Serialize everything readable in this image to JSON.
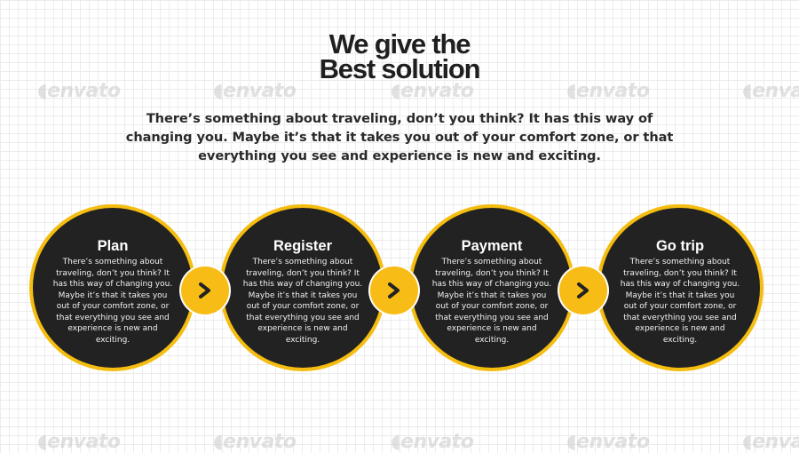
{
  "watermark_text": "envato",
  "headline": {
    "line1": "We give the",
    "line2": "Best solution"
  },
  "intro_text": "There’s something about traveling, don’t you think? It has this way of changing you. Maybe it’s that it takes you out of your comfort zone, or that everything you see and experience is new and exciting.",
  "steps": [
    {
      "title": "Plan",
      "text": "There’s something about traveling, don’t you think? It has this way of changing you. Maybe it’s that it takes you out of your comfort zone, or that everything you see and experience is new and exciting."
    },
    {
      "title": "Register",
      "text": "There’s something about traveling, don’t you think? It has this way of changing you. Maybe it’s that it takes you out of your comfort zone, or that everything you see and experience is new and exciting."
    },
    {
      "title": "Payment",
      "text": "There’s something about traveling, don’t you think? It has this way of changing you. Maybe it’s that it takes you out of your comfort zone, or that everything you see and experience is new and exciting."
    },
    {
      "title": "Go trip",
      "text": "There’s something about traveling, don’t you think? It has this way of changing you. Maybe it’s that it takes you out of your comfort zone, or that everything you see and experience is new and exciting."
    }
  ],
  "connector_icon": "chevron-right-icon",
  "colors": {
    "accent": "#f5bd0f",
    "circle_fill": "#222222",
    "title_text": "#1f1f1f"
  }
}
